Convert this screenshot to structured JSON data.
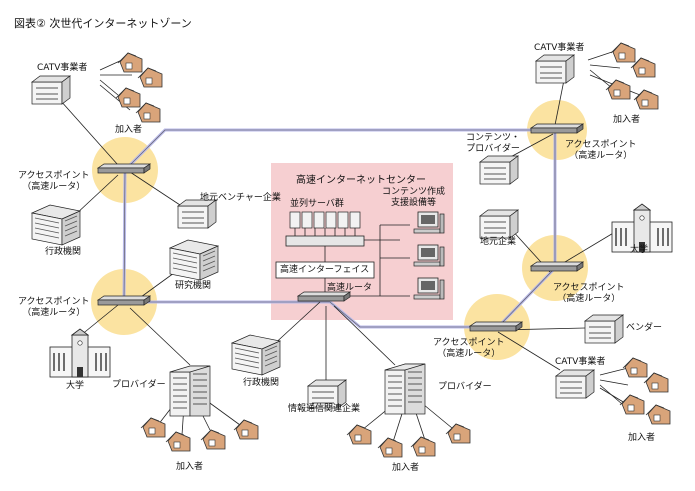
{
  "title": "図表② 次世代インターネットゾーン",
  "center": {
    "title": "高速インターネットセンター",
    "server_group": "並列サーバ群",
    "tools": "コンテンツ作成\n支援設備等",
    "interface": "高速インターフェイス",
    "router": "高速ルータ"
  },
  "labels": {
    "catv_tl": "CATV事業者",
    "subscriber_tl": "加入者",
    "ap_tl": "アクセスポイント\n（高速ルータ）",
    "venture": "地元ベンチャー企業",
    "gov_left": "行政機関",
    "research": "研究機関",
    "ap_ml": "アクセスポイント\n（高速ルータ）",
    "university_left": "大学",
    "provider_left": "プロバイダー",
    "subscriber_bl": "加入者",
    "gov_center": "行政機関",
    "info_comm": "情報通信関連企業",
    "provider_center": "プロバイダー",
    "subscriber_bc": "加入者",
    "catv_tr": "CATV事業者",
    "subscriber_tr": "加入者",
    "content_provider": "コンテンツ・\nプロバイダー",
    "ap_tr": "アクセスポイント\n（高速ルータ）",
    "local_company": "地元企業",
    "university_right": "大学",
    "ap_mr": "アクセスポイント\n（高速ルータ）",
    "ap_br": "アクセスポイント\n（高速ルータ）",
    "vendor": "ベンダー",
    "catv_br": "CATV事業者",
    "subscriber_br": "加入者"
  },
  "colors": {
    "backbone": "#b9b9e8",
    "access_point": "#fbe3a1",
    "center_bg": "#f6cfd1",
    "house_roof": "#d9a47a",
    "line": "#222222"
  }
}
